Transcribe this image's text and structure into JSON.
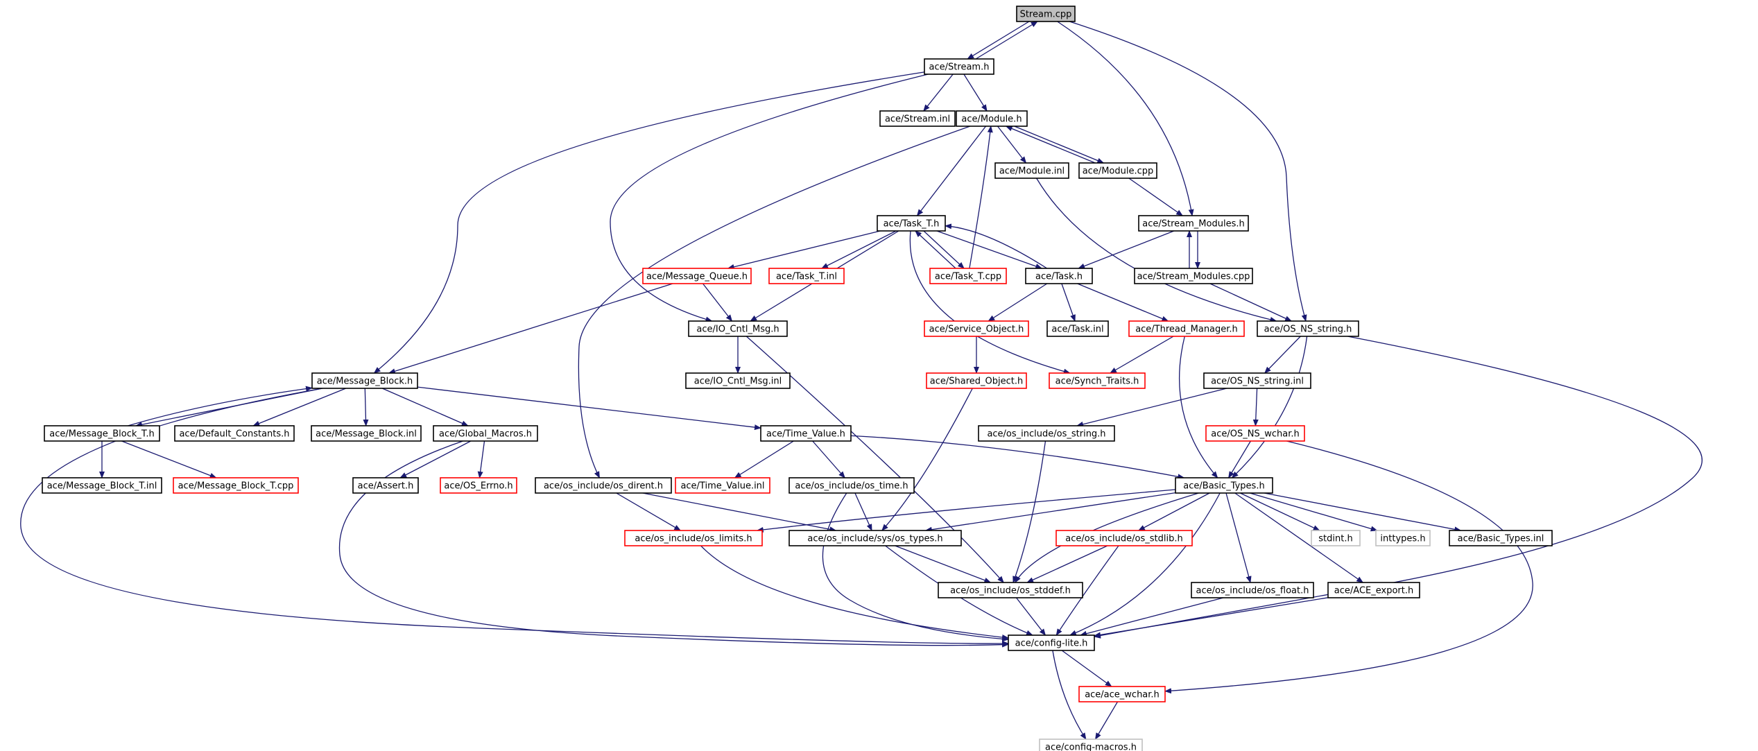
{
  "colors": {
    "edge": "#191970",
    "border_normal": "#000000",
    "border_truncated": "#ff0000",
    "border_external": "#bfbfbf",
    "fill_root": "#bfbfbf",
    "fill_node": "#ffffff",
    "text": "#000000"
  },
  "graph": {
    "nodes": [
      {
        "id": "stream_cpp",
        "label": "Stream.cpp",
        "style": "root"
      },
      {
        "id": "stream_h",
        "label": "ace/Stream.h",
        "style": "normal"
      },
      {
        "id": "stream_inl",
        "label": "ace/Stream.inl",
        "style": "normal"
      },
      {
        "id": "module_h",
        "label": "ace/Module.h",
        "style": "normal"
      },
      {
        "id": "module_inl",
        "label": "ace/Module.inl",
        "style": "normal"
      },
      {
        "id": "module_cpp",
        "label": "ace/Module.cpp",
        "style": "normal"
      },
      {
        "id": "stream_modules_h",
        "label": "ace/Stream_Modules.h",
        "style": "normal"
      },
      {
        "id": "stream_modules_cpp",
        "label": "ace/Stream_Modules.cpp",
        "style": "normal"
      },
      {
        "id": "task_t_h",
        "label": "ace/Task_T.h",
        "style": "normal"
      },
      {
        "id": "message_queue_h",
        "label": "ace/Message_Queue.h",
        "style": "truncated"
      },
      {
        "id": "task_t_inl",
        "label": "ace/Task_T.inl",
        "style": "truncated"
      },
      {
        "id": "task_t_cpp",
        "label": "ace/Task_T.cpp",
        "style": "truncated"
      },
      {
        "id": "task_h",
        "label": "ace/Task.h",
        "style": "normal"
      },
      {
        "id": "io_cntl_msg_h",
        "label": "ace/IO_Cntl_Msg.h",
        "style": "normal"
      },
      {
        "id": "io_cntl_msg_inl",
        "label": "ace/IO_Cntl_Msg.inl",
        "style": "normal"
      },
      {
        "id": "service_object_h",
        "label": "ace/Service_Object.h",
        "style": "truncated"
      },
      {
        "id": "task_inl",
        "label": "ace/Task.inl",
        "style": "normal"
      },
      {
        "id": "thread_manager_h",
        "label": "ace/Thread_Manager.h",
        "style": "truncated"
      },
      {
        "id": "os_ns_string_h",
        "label": "ace/OS_NS_string.h",
        "style": "normal"
      },
      {
        "id": "shared_object_h",
        "label": "ace/Shared_Object.h",
        "style": "truncated"
      },
      {
        "id": "synch_traits_h",
        "label": "ace/Synch_Traits.h",
        "style": "truncated"
      },
      {
        "id": "os_ns_string_inl",
        "label": "ace/OS_NS_string.inl",
        "style": "normal"
      },
      {
        "id": "message_block_h",
        "label": "ace/Message_Block.h",
        "style": "normal"
      },
      {
        "id": "message_block_t_h",
        "label": "ace/Message_Block_T.h",
        "style": "normal"
      },
      {
        "id": "default_constants_h",
        "label": "ace/Default_Constants.h",
        "style": "normal"
      },
      {
        "id": "message_block_inl",
        "label": "ace/Message_Block.inl",
        "style": "normal"
      },
      {
        "id": "global_macros_h",
        "label": "ace/Global_Macros.h",
        "style": "normal"
      },
      {
        "id": "time_value_h",
        "label": "ace/Time_Value.h",
        "style": "normal"
      },
      {
        "id": "os_string_h",
        "label": "ace/os_include/os_string.h",
        "style": "normal"
      },
      {
        "id": "os_ns_wchar_h",
        "label": "ace/OS_NS_wchar.h",
        "style": "truncated"
      },
      {
        "id": "message_block_t_inl",
        "label": "ace/Message_Block_T.inl",
        "style": "normal"
      },
      {
        "id": "message_block_t_cpp",
        "label": "ace/Message_Block_T.cpp",
        "style": "truncated"
      },
      {
        "id": "assert_h",
        "label": "ace/Assert.h",
        "style": "normal"
      },
      {
        "id": "os_errno_h",
        "label": "ace/OS_Errno.h",
        "style": "truncated"
      },
      {
        "id": "os_dirent_h",
        "label": "ace/os_include/os_dirent.h",
        "style": "normal"
      },
      {
        "id": "time_value_inl",
        "label": "ace/Time_Value.inl",
        "style": "truncated"
      },
      {
        "id": "os_time_h",
        "label": "ace/os_include/os_time.h",
        "style": "normal"
      },
      {
        "id": "basic_types_h",
        "label": "ace/Basic_Types.h",
        "style": "normal"
      },
      {
        "id": "os_limits_h",
        "label": "ace/os_include/os_limits.h",
        "style": "truncated"
      },
      {
        "id": "os_types_h",
        "label": "ace/os_include/sys/os_types.h",
        "style": "normal"
      },
      {
        "id": "os_stdlib_h",
        "label": "ace/os_include/os_stdlib.h",
        "style": "truncated"
      },
      {
        "id": "stdint_h",
        "label": "stdint.h",
        "style": "external"
      },
      {
        "id": "inttypes_h",
        "label": "inttypes.h",
        "style": "external"
      },
      {
        "id": "basic_types_inl",
        "label": "ace/Basic_Types.inl",
        "style": "normal"
      },
      {
        "id": "os_stddef_h",
        "label": "ace/os_include/os_stddef.h",
        "style": "normal"
      },
      {
        "id": "os_float_h",
        "label": "ace/os_include/os_float.h",
        "style": "normal"
      },
      {
        "id": "ace_export_h",
        "label": "ace/ACE_export.h",
        "style": "normal"
      },
      {
        "id": "config_lite_h",
        "label": "ace/config-lite.h",
        "style": "normal"
      },
      {
        "id": "ace_wchar_h",
        "label": "ace/ace_wchar.h",
        "style": "truncated"
      },
      {
        "id": "config_macros_h",
        "label": "ace/config-macros.h",
        "style": "external"
      }
    ],
    "edges": [
      {
        "from": "stream_cpp",
        "to": "stream_h"
      },
      {
        "from": "stream_cpp",
        "to": "stream_modules_h"
      },
      {
        "from": "stream_cpp",
        "to": "os_ns_string_h"
      },
      {
        "from": "stream_h",
        "to": "stream_cpp"
      },
      {
        "from": "stream_h",
        "to": "stream_inl"
      },
      {
        "from": "stream_h",
        "to": "module_h"
      },
      {
        "from": "stream_h",
        "to": "io_cntl_msg_h"
      },
      {
        "from": "stream_h",
        "to": "message_block_h"
      },
      {
        "from": "module_h",
        "to": "module_inl"
      },
      {
        "from": "module_h",
        "to": "module_cpp"
      },
      {
        "from": "module_h",
        "to": "task_t_h"
      },
      {
        "from": "module_h",
        "to": "os_dirent_h"
      },
      {
        "from": "module_cpp",
        "to": "module_h"
      },
      {
        "from": "module_cpp",
        "to": "stream_modules_h"
      },
      {
        "from": "module_inl",
        "to": "os_ns_string_h"
      },
      {
        "from": "stream_modules_h",
        "to": "stream_modules_cpp"
      },
      {
        "from": "stream_modules_h",
        "to": "task_h"
      },
      {
        "from": "stream_modules_cpp",
        "to": "stream_modules_h"
      },
      {
        "from": "stream_modules_cpp",
        "to": "os_ns_string_h"
      },
      {
        "from": "task_t_h",
        "to": "message_queue_h"
      },
      {
        "from": "task_t_h",
        "to": "task_t_inl"
      },
      {
        "from": "task_t_h",
        "to": "task_t_cpp"
      },
      {
        "from": "task_t_h",
        "to": "task_h"
      },
      {
        "from": "task_t_h",
        "to": "io_cntl_msg_h"
      },
      {
        "from": "task_t_h",
        "to": "synch_traits_h"
      },
      {
        "from": "task_t_cpp",
        "to": "task_t_h"
      },
      {
        "from": "task_t_cpp",
        "to": "module_h"
      },
      {
        "from": "task_h",
        "to": "task_t_h"
      },
      {
        "from": "task_h",
        "to": "service_object_h"
      },
      {
        "from": "task_h",
        "to": "task_inl"
      },
      {
        "from": "task_h",
        "to": "thread_manager_h"
      },
      {
        "from": "message_queue_h",
        "to": "io_cntl_msg_h"
      },
      {
        "from": "message_queue_h",
        "to": "message_block_h"
      },
      {
        "from": "io_cntl_msg_h",
        "to": "io_cntl_msg_inl"
      },
      {
        "from": "io_cntl_msg_h",
        "to": "os_stddef_h"
      },
      {
        "from": "service_object_h",
        "to": "shared_object_h"
      },
      {
        "from": "shared_object_h",
        "to": "os_types_h"
      },
      {
        "from": "thread_manager_h",
        "to": "synch_traits_h"
      },
      {
        "from": "thread_manager_h",
        "to": "basic_types_h"
      },
      {
        "from": "os_ns_string_h",
        "to": "os_ns_string_inl"
      },
      {
        "from": "os_ns_string_h",
        "to": "basic_types_h"
      },
      {
        "from": "os_ns_string_h",
        "to": "config_lite_h"
      },
      {
        "from": "os_ns_string_inl",
        "to": "os_string_h"
      },
      {
        "from": "os_ns_string_inl",
        "to": "os_ns_wchar_h"
      },
      {
        "from": "os_ns_wchar_h",
        "to": "basic_types_h"
      },
      {
        "from": "os_ns_wchar_h",
        "to": "ace_wchar_h"
      },
      {
        "from": "os_string_h",
        "to": "os_stddef_h"
      },
      {
        "from": "message_block_h",
        "to": "message_block_t_h"
      },
      {
        "from": "message_block_h",
        "to": "default_constants_h"
      },
      {
        "from": "message_block_h",
        "to": "message_block_inl"
      },
      {
        "from": "message_block_h",
        "to": "global_macros_h"
      },
      {
        "from": "message_block_h",
        "to": "time_value_h"
      },
      {
        "from": "message_block_h",
        "to": "config_lite_h"
      },
      {
        "from": "message_block_t_h",
        "to": "message_block_h"
      },
      {
        "from": "message_block_t_h",
        "to": "message_block_t_inl"
      },
      {
        "from": "message_block_t_h",
        "to": "message_block_t_cpp"
      },
      {
        "from": "global_macros_h",
        "to": "assert_h"
      },
      {
        "from": "global_macros_h",
        "to": "os_errno_h"
      },
      {
        "from": "global_macros_h",
        "to": "config_lite_h"
      },
      {
        "from": "time_value_h",
        "to": "time_value_inl"
      },
      {
        "from": "time_value_h",
        "to": "os_time_h"
      },
      {
        "from": "time_value_h",
        "to": "basic_types_h"
      },
      {
        "from": "os_dirent_h",
        "to": "os_limits_h"
      },
      {
        "from": "os_dirent_h",
        "to": "os_types_h"
      },
      {
        "from": "os_time_h",
        "to": "os_types_h"
      },
      {
        "from": "os_time_h",
        "to": "config_lite_h"
      },
      {
        "from": "basic_types_h",
        "to": "os_limits_h"
      },
      {
        "from": "basic_types_h",
        "to": "os_types_h"
      },
      {
        "from": "basic_types_h",
        "to": "os_stdlib_h"
      },
      {
        "from": "basic_types_h",
        "to": "stdint_h"
      },
      {
        "from": "basic_types_h",
        "to": "inttypes_h"
      },
      {
        "from": "basic_types_h",
        "to": "basic_types_inl"
      },
      {
        "from": "basic_types_h",
        "to": "os_stddef_h"
      },
      {
        "from": "basic_types_h",
        "to": "os_float_h"
      },
      {
        "from": "basic_types_h",
        "to": "ace_export_h"
      },
      {
        "from": "basic_types_h",
        "to": "config_lite_h"
      },
      {
        "from": "os_limits_h",
        "to": "config_lite_h"
      },
      {
        "from": "os_types_h",
        "to": "os_stddef_h"
      },
      {
        "from": "os_types_h",
        "to": "config_lite_h"
      },
      {
        "from": "os_stdlib_h",
        "to": "os_stddef_h"
      },
      {
        "from": "os_stdlib_h",
        "to": "config_lite_h"
      },
      {
        "from": "os_stddef_h",
        "to": "config_lite_h"
      },
      {
        "from": "os_float_h",
        "to": "config_lite_h"
      },
      {
        "from": "ace_export_h",
        "to": "config_lite_h"
      },
      {
        "from": "config_lite_h",
        "to": "ace_wchar_h"
      },
      {
        "from": "config_lite_h",
        "to": "config_macros_h"
      },
      {
        "from": "ace_wchar_h",
        "to": "config_macros_h"
      }
    ]
  }
}
